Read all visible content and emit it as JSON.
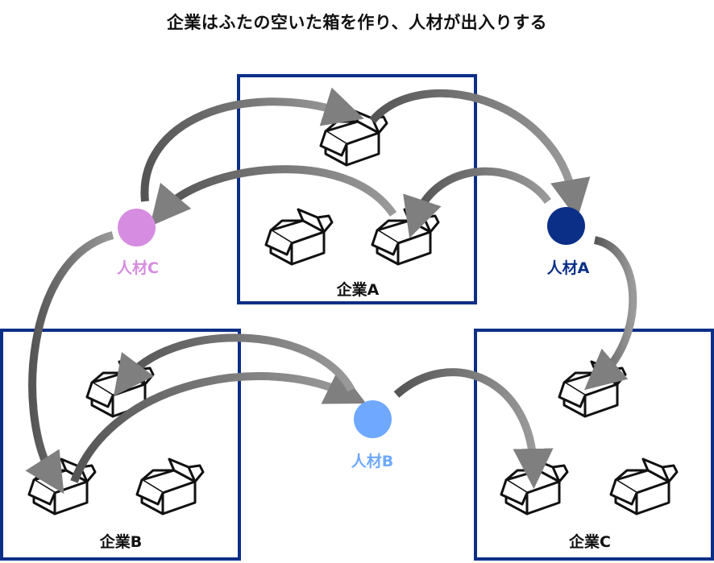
{
  "title": "企業はふたの空いた箱を作り、人材が出入りする",
  "companies": [
    {
      "label": "企業A"
    },
    {
      "label": "企業B"
    },
    {
      "label": "企業C"
    }
  ],
  "people": [
    {
      "label": "人材A",
      "color": "#0b2f87"
    },
    {
      "label": "人材B",
      "color": "#6fa8ff"
    },
    {
      "label": "人材C",
      "color": "#d68ce0"
    }
  ],
  "icons": [
    "open-box-icon"
  ],
  "colors": {
    "company_border": "#0b2f87",
    "arrow": "#7f7f7f"
  }
}
